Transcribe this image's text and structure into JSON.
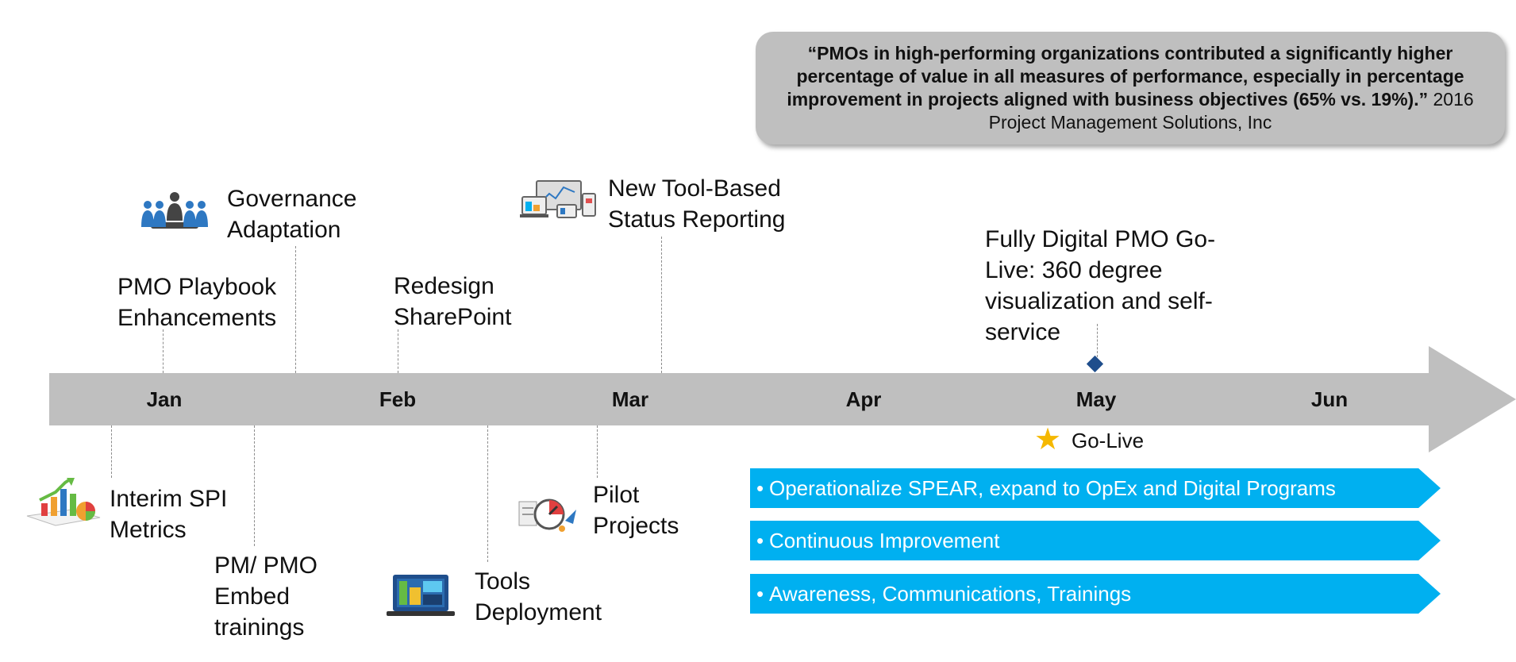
{
  "quote": {
    "bold_text": "“PMOs in high-performing organizations contributed a significantly higher percentage of value in all measures of performance, especially in percentage improvement in projects aligned with business objectives (65% vs. 19%).”",
    "year": "2016",
    "source": "Project Management Solutions, Inc"
  },
  "timeline": {
    "months": [
      "Jan",
      "Feb",
      "Mar",
      "Apr",
      "May",
      "Jun"
    ]
  },
  "milestones_above": [
    {
      "label": "Governance\nAdaptation",
      "icon": "meeting-people-icon"
    },
    {
      "label": "PMO Playbook\nEnhancements"
    },
    {
      "label": "Redesign\nSharePoint"
    },
    {
      "label": "New Tool-Based\nStatus Reporting",
      "icon": "devices-dashboard-icon"
    },
    {
      "label": "Fully Digital PMO Go-\nLive: 360 degree\nvisualization and self-\nservice"
    }
  ],
  "milestones_below": [
    {
      "label": "Interim SPI\nMetrics",
      "icon": "charts-growth-icon"
    },
    {
      "label": "PM/ PMO\nEmbed\ntrainings"
    },
    {
      "label": "Tools\nDeployment",
      "icon": "laptop-icon"
    },
    {
      "label": "Pilot\nProjects",
      "icon": "rocket-gauge-icon"
    }
  ],
  "golive": {
    "label": "Go-Live",
    "icon": "star-icon",
    "color": "#f5b800"
  },
  "bands": [
    "Operationalize SPEAR, expand to OpEx and Digital Programs",
    "Continuous Improvement",
    "Awareness, Communications, Trainings"
  ],
  "colors": {
    "bar": "#bfbfbf",
    "band": "#00b0f0",
    "diamond": "#1f4e8c",
    "quote_box": "#bfbfbf"
  }
}
